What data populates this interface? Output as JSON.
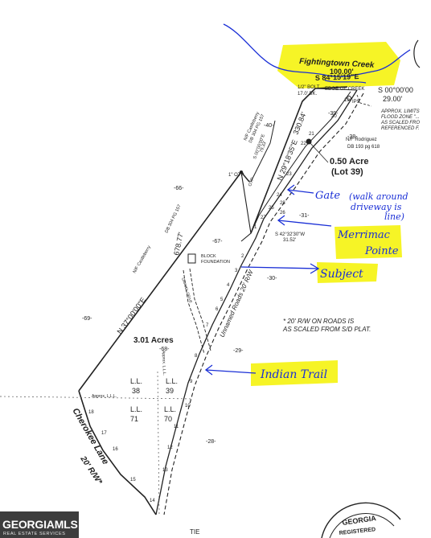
{
  "creek": {
    "name": "Fightingtown Creek",
    "frontage": "100.00'",
    "bearing": "S 84°15'19\"E",
    "edge_label": "EDGE OF CREEK"
  },
  "labels": {
    "bolt": "1/2\" BOLT",
    "bolt_distance": "17.0' BK.",
    "ips": "IPS",
    "otp": "1\" OTP",
    "east_bearing": "S 00°00'00",
    "east_distance": "29.00'",
    "flood_note": [
      "APPROX. LIMITS",
      "FLOOD ZONE \"...",
      "AS SCALED FRO",
      "REFERENCED F."
    ],
    "rodriguez": [
      "N/F Rodriguez",
      "DB 193 pg 618"
    ],
    "castleberry_top": [
      "N/F Castleberry",
      "DB 304 PG 157"
    ],
    "castleberry_mid": [
      "N/F Castleberry",
      "DB 304 PG 157"
    ],
    "small_bearing": "S 00°00'00\"E",
    "small_distance": "79.33'",
    "side_bearing": "N 29°18'35\"E",
    "side_distance": "330.84'",
    "otp2": "OTP",
    "curve_bearing": "S 42°32'30\"W",
    "curve_distance": "31.52'",
    "lot_acre": "0.50 Acre",
    "lot_number": "(Lot 39)",
    "block_foundation": [
      "BLOCK",
      "FOUNDATION"
    ],
    "road_label": "Unnamed Roads 20' R/W",
    "gravel_drive": "GRAVEL DRIVE",
    "west_bearing": "N 37°00'00\"E",
    "west_distance": "678.77'",
    "acres": "3.01 Acres",
    "note": [
      "* 20' R/W ON ROADS IS",
      "AS SCALED FROM S/D PLAT."
    ],
    "lll": "Approx. L.L.L.",
    "landlots": [
      [
        "L.L.",
        "38"
      ],
      [
        "L.L.",
        "39"
      ],
      [
        "L.L.",
        "71"
      ],
      [
        "L.L.",
        "70"
      ]
    ],
    "approx_ll": "Approx. L.L.L.",
    "cherokee": "Cherokee Lane",
    "cherokee_rw": "20' R/W*",
    "tie": "TIE",
    "seal": [
      "GEORGIA",
      "REGISTERED"
    ],
    "lot_numbers": [
      "-40-",
      "-39-",
      "-38-",
      "-66-",
      "-31-",
      "-67-",
      "-30-",
      "-69-",
      "-68-",
      "-29-",
      "-28-"
    ],
    "station_numbers": [
      "19",
      "20",
      "21",
      "22",
      "23",
      "24",
      "25",
      "26",
      "27",
      "1",
      "2",
      "3",
      "4",
      "5",
      "6",
      "7",
      "8",
      "9",
      "10",
      "11",
      "12",
      "13",
      "14",
      "15",
      "16",
      "17",
      "18",
      "28"
    ]
  },
  "annotations": {
    "gate": "Gate",
    "gate_note": [
      "(walk around",
      "driveway is",
      "line)"
    ],
    "merrimac": [
      "Merrimac",
      "Pointe"
    ],
    "subject": "Subject",
    "trail": "Indian Trail"
  },
  "logo": {
    "name": "GEORGIAMLS",
    "tagline": "REAL ESTATE SERVICES"
  },
  "colors": {
    "highlight": "#f4f200",
    "ink": "#1a2fd6",
    "plat": "#222222"
  }
}
